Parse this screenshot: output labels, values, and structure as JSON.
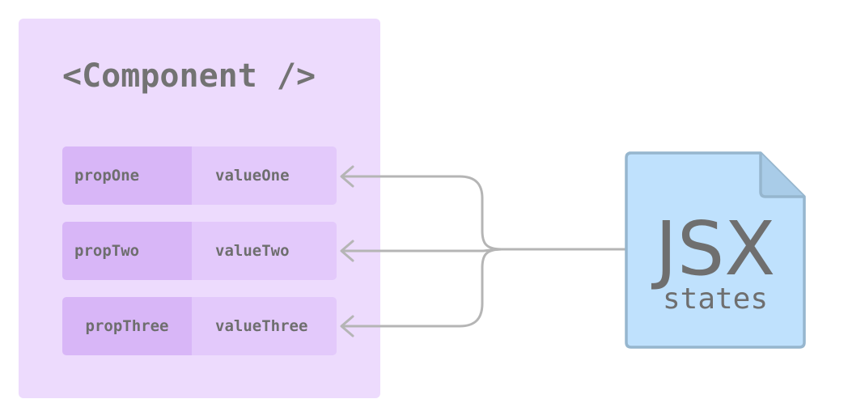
{
  "component": {
    "title": "<Component />",
    "props": [
      {
        "name": "propOne",
        "value": "valueOne"
      },
      {
        "name": "propTwo",
        "value": "valueTwo"
      },
      {
        "name": "propThree",
        "value": "valueThree"
      }
    ]
  },
  "jsx_file": {
    "title": "JSX",
    "subtitle": "states"
  },
  "colors": {
    "component_bg": "#EDDBFD",
    "prop_name_bg": "#D8B6F7",
    "prop_value_bg": "#E3C9FB",
    "file_fill": "#BFE1FD",
    "file_stroke": "#96B6CE",
    "arrow": "#b5b5b5",
    "text": "#6f6f6f"
  }
}
